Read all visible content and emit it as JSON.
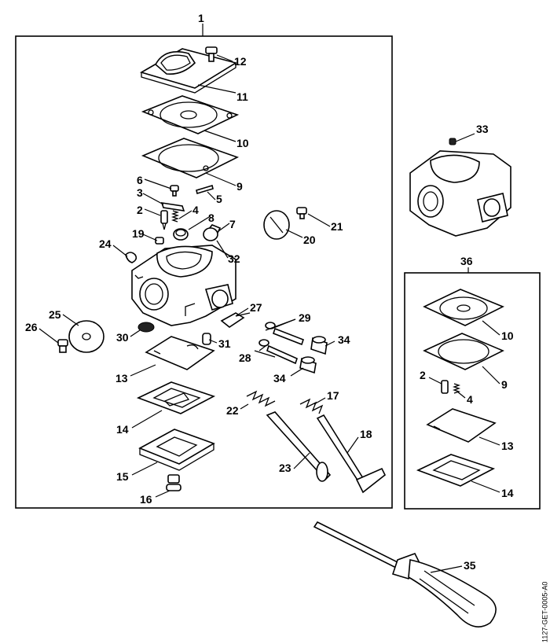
{
  "diagram_code": "1127-GET-0005-A0",
  "parts": {
    "p1": "1",
    "p2": "2",
    "p3": "3",
    "p4": "4",
    "p5": "5",
    "p6": "6",
    "p7": "7",
    "p8": "8",
    "p9": "9",
    "p10": "10",
    "p11": "11",
    "p12": "12",
    "p13": "13",
    "p14": "14",
    "p15": "15",
    "p16": "16",
    "p17": "17",
    "p18": "18",
    "p19": "19",
    "p20": "20",
    "p21": "21",
    "p22": "22",
    "p23": "23",
    "p24": "24",
    "p25": "25",
    "p26": "26",
    "p27": "27",
    "p28": "28",
    "p29": "29",
    "p30": "30",
    "p31": "31",
    "p32": "32",
    "p33": "33",
    "p34": "34",
    "p35": "35",
    "p36": "36"
  },
  "kit": {
    "p10": "10",
    "p9": "9",
    "p2": "2",
    "p4": "4",
    "p13": "13",
    "p14": "14"
  }
}
